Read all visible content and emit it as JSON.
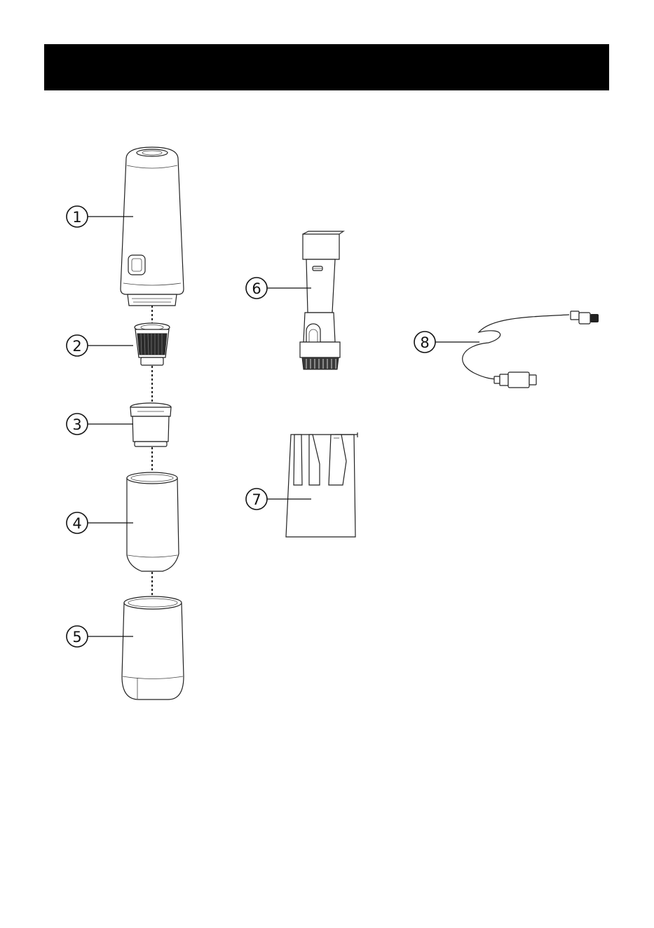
{
  "header": {
    "title": ""
  },
  "colors": {
    "header_bg": "#000000",
    "line": "#222222",
    "background": "#ffffff"
  },
  "callouts": [
    {
      "number": "1",
      "part": "main-unit"
    },
    {
      "number": "2",
      "part": "filter"
    },
    {
      "number": "3",
      "part": "filter-holder"
    },
    {
      "number": "4",
      "part": "dust-bin"
    },
    {
      "number": "5",
      "part": "bottom-cup"
    },
    {
      "number": "6",
      "part": "brush-nozzle"
    },
    {
      "number": "7",
      "part": "nozzle-holder"
    },
    {
      "number": "8",
      "part": "charging-cable"
    }
  ]
}
